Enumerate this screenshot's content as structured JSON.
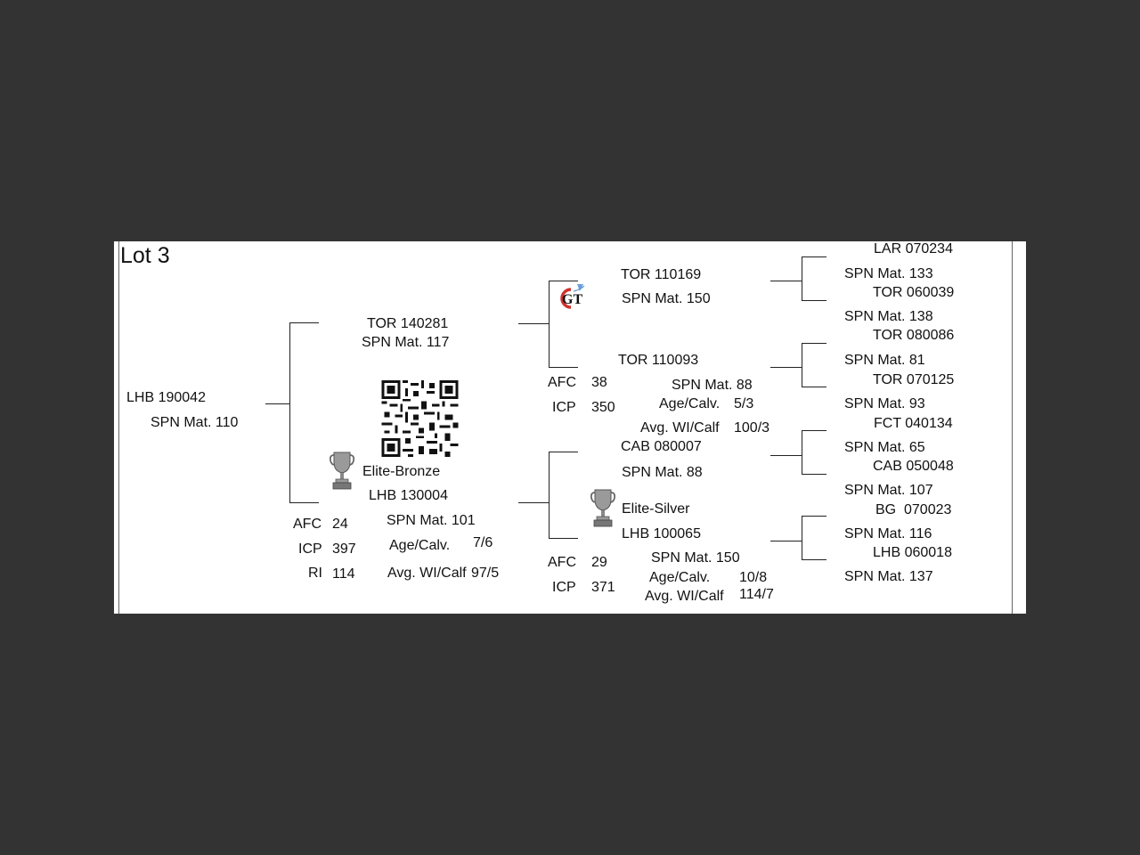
{
  "lot_title": "Lot 3",
  "subject": {
    "id": "LHB 190042",
    "spn": "SPN Mat. 110"
  },
  "sire": {
    "id": "TOR 140281",
    "spn": "SPN Mat. 117",
    "logo_text": "GT",
    "sire": {
      "id": "TOR 110169",
      "spn": "SPN Mat. 150",
      "sire": {
        "id": "LAR 070234",
        "spn": "SPN Mat. 133"
      },
      "dam": {
        "id": "TOR 060039",
        "spn": "SPN Mat. 138"
      }
    },
    "dam": {
      "id": "TOR 110093",
      "spn": "SPN Mat. 88",
      "afc_label": "AFC",
      "afc": "38",
      "icp_label": "ICP",
      "icp": "350",
      "age_label": "Age/Calv.",
      "age": "5/3",
      "wi_label": "Avg. WI/Calf",
      "wi": "100/3",
      "sire": {
        "id": "TOR 080086",
        "spn": "SPN Mat. 81"
      },
      "dam": {
        "id": "TOR 070125",
        "spn": "SPN Mat. 93"
      }
    }
  },
  "dam": {
    "award": "Elite-Bronze",
    "id": "LHB 130004",
    "spn": "SPN Mat. 101",
    "afc_label": "AFC",
    "afc": "24",
    "icp_label": "ICP",
    "icp": "397",
    "ri_label": "RI",
    "ri": "114",
    "age_label": "Age/Calv.",
    "age": "7/6",
    "wi_label": "Avg. WI/Calf",
    "wi": "97/5",
    "sire": {
      "id": "CAB 080007",
      "spn": "SPN Mat. 88",
      "sire": {
        "id": "FCT 040134",
        "spn": "SPN Mat. 65"
      },
      "dam": {
        "id": "CAB 050048",
        "spn": "SPN Mat. 107"
      }
    },
    "dam": {
      "award": "Elite-Silver",
      "id": "LHB 100065",
      "spn": "SPN Mat. 150",
      "afc_label": "AFC",
      "afc": "29",
      "icp_label": "ICP",
      "icp": "371",
      "age_label": "Age/Calv.",
      "age": "10/8",
      "wi_label": "Avg. WI/Calf",
      "wi": "114/7",
      "sire": {
        "id": "BG  070023",
        "spn": "SPN Mat. 116"
      },
      "dam": {
        "id": "LHB 060018",
        "spn": "SPN Mat. 137"
      }
    }
  },
  "icons": {
    "trophy": "trophy-icon",
    "qr": "qr-code",
    "logo": "gt-logo"
  }
}
